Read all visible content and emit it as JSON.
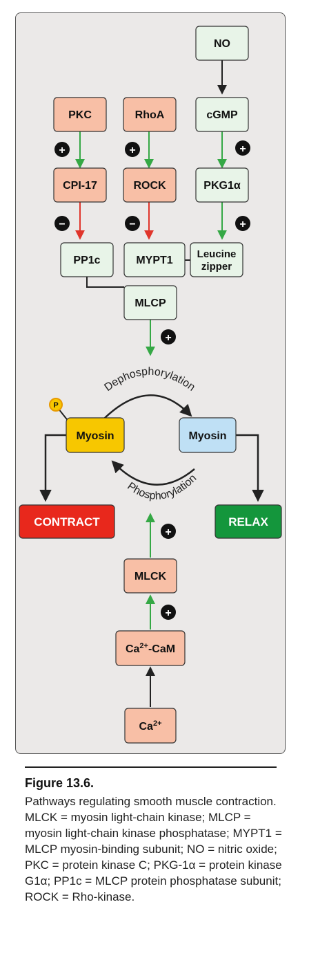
{
  "nodes": {
    "no": "NO",
    "cgmp": "cGMP",
    "pkc": "PKC",
    "rhoa": "RhoA",
    "cpi17": "CPI-17",
    "rock": "ROCK",
    "pkg1a": "PKG1α",
    "pp1c": "PP1c",
    "mypt1": "MYPT1",
    "leucine_zipper_line1": "Leucine",
    "leucine_zipper_line2": "zipper",
    "mlcp": "MLCP",
    "myosin_p": "Myosin",
    "myosin": "Myosin",
    "phosphate": "P",
    "contract": "CONTRACT",
    "relax": "RELAX",
    "mlck": "MLCK",
    "ca_cam": "Ca2+-CaM",
    "ca": "Ca2+"
  },
  "signs": {
    "activate": "+",
    "inhibit": "−"
  },
  "cycle": {
    "top": "Dephosphorylation",
    "bottom": "Phosphorylation"
  },
  "colors": {
    "salmon": "#f8bfa6",
    "pale_green": "#e8f4e8",
    "myosin_p": "#f7c700",
    "myosin": "#bfe0f5",
    "contract": "#e8281c",
    "relax": "#14963c",
    "green_arrow": "#35a845",
    "red_arrow": "#e0352b",
    "black_arrow": "#222222"
  },
  "caption": {
    "title": "Figure 13.6.",
    "text": "Pathways regulating smooth muscle contraction. MLCK = myosin light-chain kinase; MLCP = myosin light-chain kinase phosphatase; MYPT1 = MLCP myosin-binding subunit; NO = nitric oxide; PKC = protein kinase C; PKG-1α = protein kinase G1α; PP1c = MLCP protein phosphatase subunit; ROCK = Rho-kinase."
  }
}
